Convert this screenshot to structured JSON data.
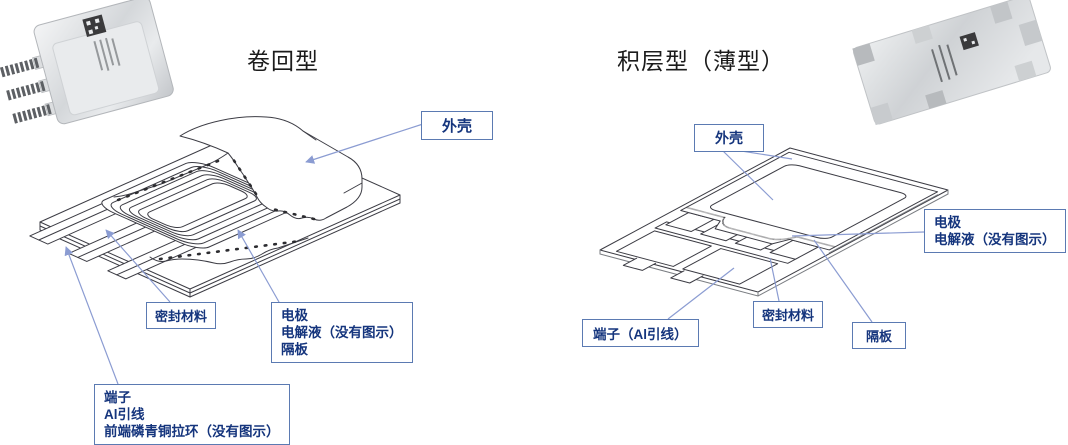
{
  "left_panel": {
    "title": "卷回型",
    "photo": "wound-cell-photo",
    "labels": {
      "case": "外壳",
      "seal": "密封材料",
      "electrode_group": [
        "电极",
        "电解液（没有图示）",
        "隔板"
      ],
      "terminal_group": [
        "端子",
        "Al引线",
        "前端磷青铜拉环（没有图示）"
      ]
    }
  },
  "right_panel": {
    "title": "积层型（薄型）",
    "photo": "laminated-cell-photo",
    "labels": {
      "case": "外壳",
      "electrode_group": [
        "电极",
        "电解液（没有图示）"
      ],
      "seal": "密封材料",
      "separator": "隔板",
      "terminal": "端子（Al引线）"
    }
  },
  "colors": {
    "label_border": "#5b7ab2",
    "label_text": "#15357d",
    "leader_line": "#8b9cd2",
    "line_art": "#3c3c44",
    "title_text": "#1c1c1c",
    "background": "#ffffff"
  }
}
